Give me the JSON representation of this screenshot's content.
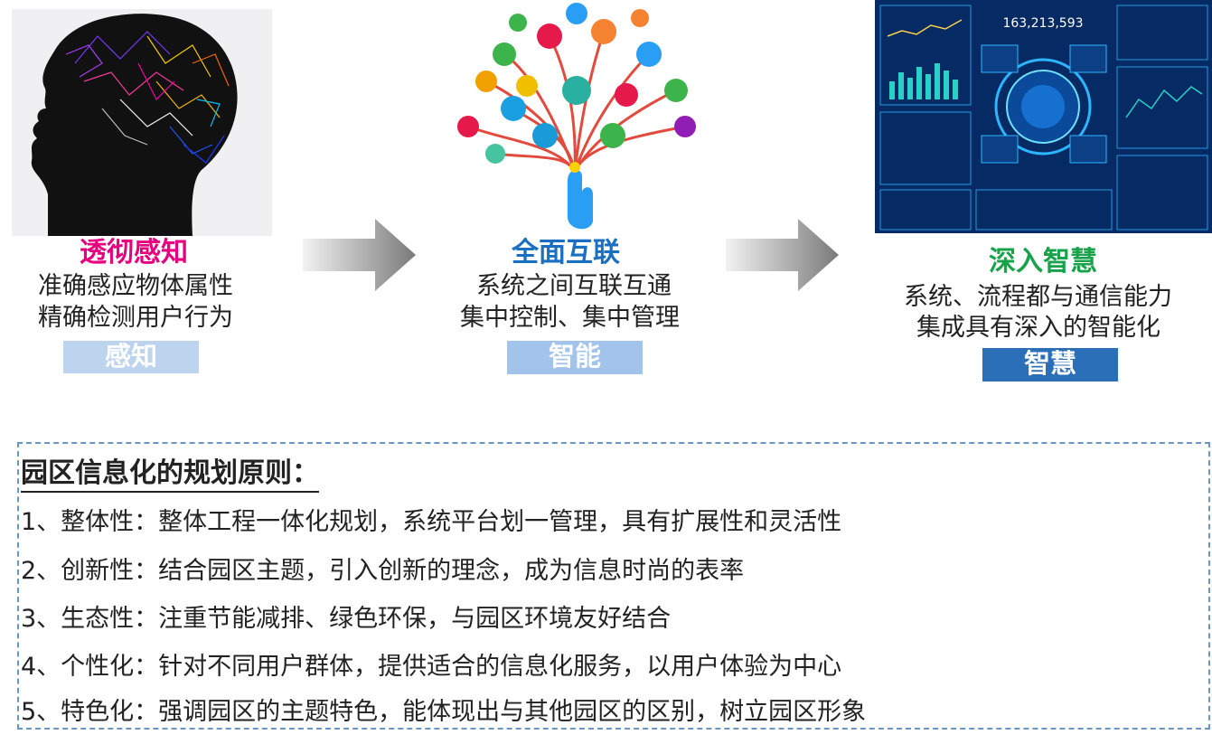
{
  "columns": [
    {
      "title": "透彻感知",
      "title_color": "#e6007e",
      "desc": [
        "准确感应物体属性",
        "精确检测用户行为"
      ],
      "badge": "感知",
      "badge_color": "#bcd4ee",
      "image_icon": "brain-head-icon"
    },
    {
      "title": "全面互联",
      "title_color": "#1a6fc0",
      "desc": [
        "系统之间互联互通",
        "集中控制、集中管理"
      ],
      "badge": "智能",
      "badge_color": "#a3c4ea",
      "image_icon": "network-tree-icon"
    },
    {
      "title": "深入智慧",
      "title_color": "#18a34a",
      "desc": [
        "系统、流程都与通信能力",
        "集成具有深入的智能化"
      ],
      "badge": "智慧",
      "badge_color": "#2b6fb8",
      "image_icon": "dashboard-icon",
      "dashboard_number": "163,213,593"
    }
  ],
  "principles": {
    "title": "园区信息化的规划原则：",
    "items": [
      "1、整体性：整体工程一体化规划，系统平台划一管理，具有扩展性和灵活性",
      "2、创新性：结合园区主题，引入创新的理念，成为信息时尚的表率",
      "3、生态性：注重节能减排、绿色环保，与园区环境友好结合",
      "4、个性化：针对不同用户群体，提供适合的信息化服务，以用户体验为中心",
      "5、特色化：强调园区的主题特色，能体现出与其他园区的区别，树立园区形象"
    ]
  }
}
